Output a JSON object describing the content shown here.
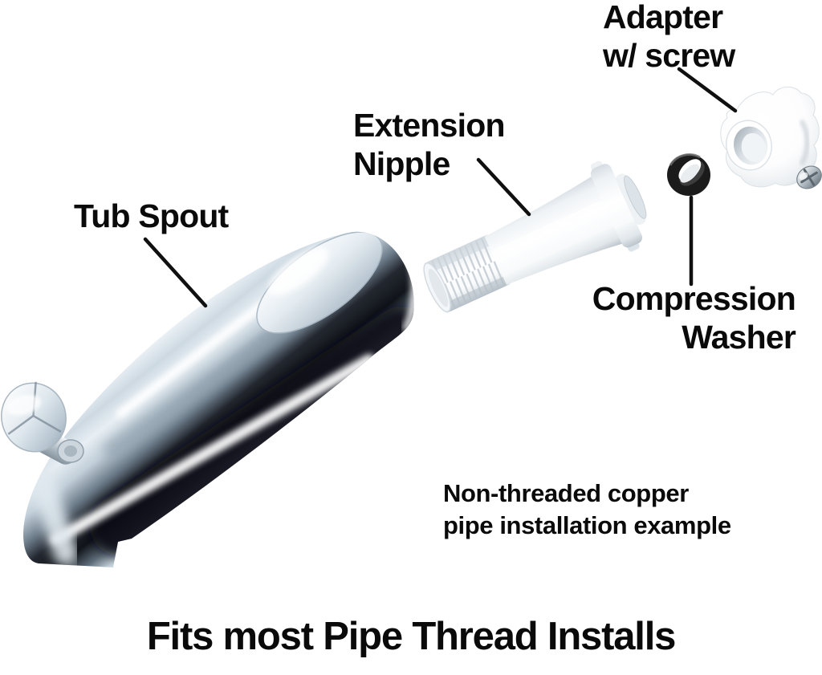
{
  "figure": {
    "background": "#ffffff",
    "headline": "Fits most Pipe Thread Installs",
    "caption_line1": "Non-threaded copper",
    "caption_line2": "pipe installation example",
    "labels": {
      "adapter_line1": "Adapter",
      "adapter_line2": "w/ screw",
      "extension_line1": "Extension",
      "extension_line2": "Nipple",
      "tub_spout": "Tub Spout",
      "compression_line1": "Compression",
      "compression_line2": "Washer"
    },
    "parts": [
      {
        "name": "tub-spout",
        "label": "Tub Spout",
        "material": "polished chrome"
      },
      {
        "name": "extension-nipple",
        "label": "Extension Nipple",
        "material": "white plastic, threaded end"
      },
      {
        "name": "compression-washer",
        "label": "Compression Washer",
        "material": "black rubber ring"
      },
      {
        "name": "adapter-with-screw",
        "label": "Adapter w/ screw",
        "material": "white plastic with metal set screw"
      }
    ],
    "colors": {
      "text": "#0a0a0a",
      "leader_line": "#101010",
      "chrome_light": "#f2f7fa",
      "chrome_mid": "#8fa0ad",
      "chrome_dark": "#10141a",
      "plastic_light": "#ffffff",
      "plastic_shadow": "#c3cad1",
      "washer_black": "#1b1b1b"
    }
  }
}
